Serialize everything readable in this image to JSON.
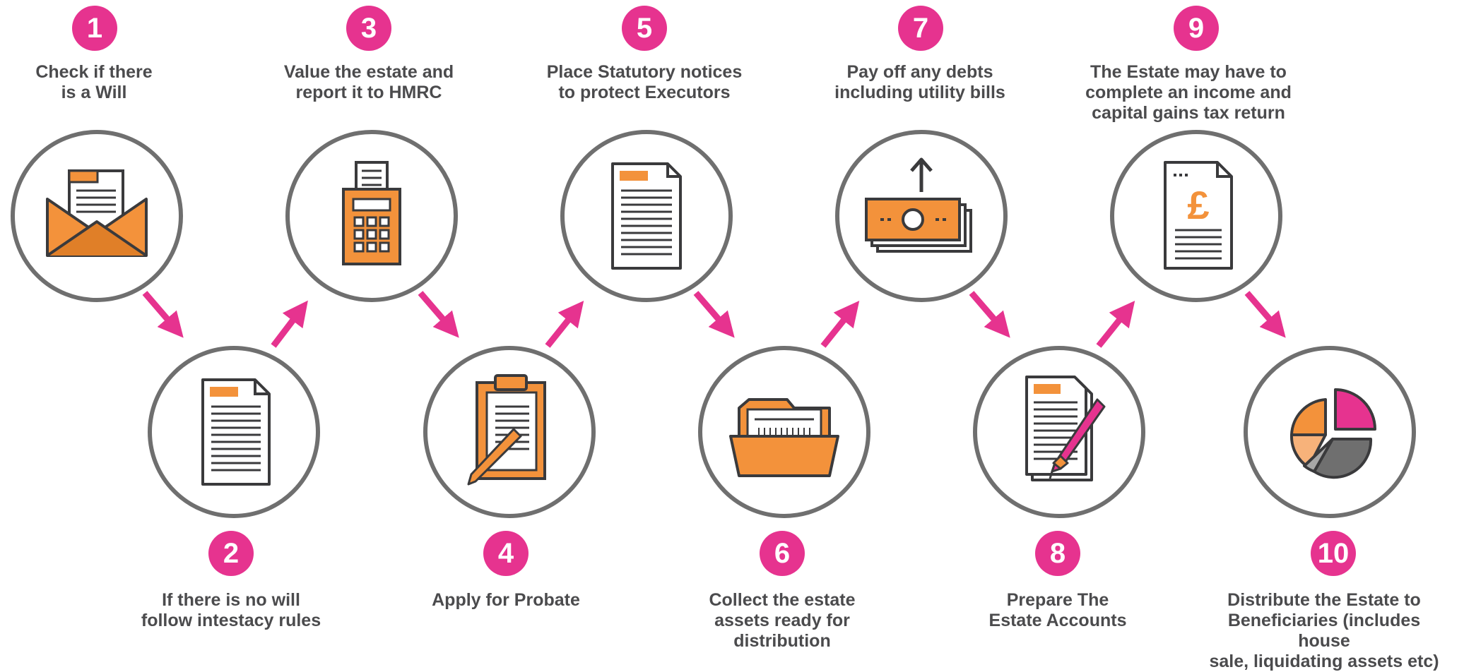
{
  "colors": {
    "accent": "#e6338f",
    "orange": "#f3923b",
    "ring": "#6f6f6f",
    "text": "#4b4b4d"
  },
  "steps": [
    {
      "number": "1",
      "label": "Check if there\nis a Will",
      "icon": "envelope-letter-icon"
    },
    {
      "number": "2",
      "label": "If there is no will\nfollow intestacy rules",
      "icon": "document-icon"
    },
    {
      "number": "3",
      "label": "Value the estate and\nreport it to HMRC",
      "icon": "calculator-icon"
    },
    {
      "number": "4",
      "label": "Apply for Probate",
      "icon": "clipboard-pencil-icon"
    },
    {
      "number": "5",
      "label": "Place Statutory notices\nto protect Executors",
      "icon": "notice-document-icon"
    },
    {
      "number": "6",
      "label": "Collect the estate\nassets ready for\ndistribution",
      "icon": "folder-icon"
    },
    {
      "number": "7",
      "label": "Pay off any debts\nincluding utility bills",
      "icon": "banknotes-icon"
    },
    {
      "number": "8",
      "label": "Prepare The\nEstate Accounts",
      "icon": "accounts-pen-icon"
    },
    {
      "number": "9",
      "label": "The Estate may have to\ncomplete an income and\ncapital gains tax return",
      "icon": "pound-document-icon"
    },
    {
      "number": "10",
      "label": "Distribute the Estate to\nBeneficiaries (includes house\nsale, liquidating assets etc)",
      "icon": "pie-chart-icon"
    }
  ]
}
